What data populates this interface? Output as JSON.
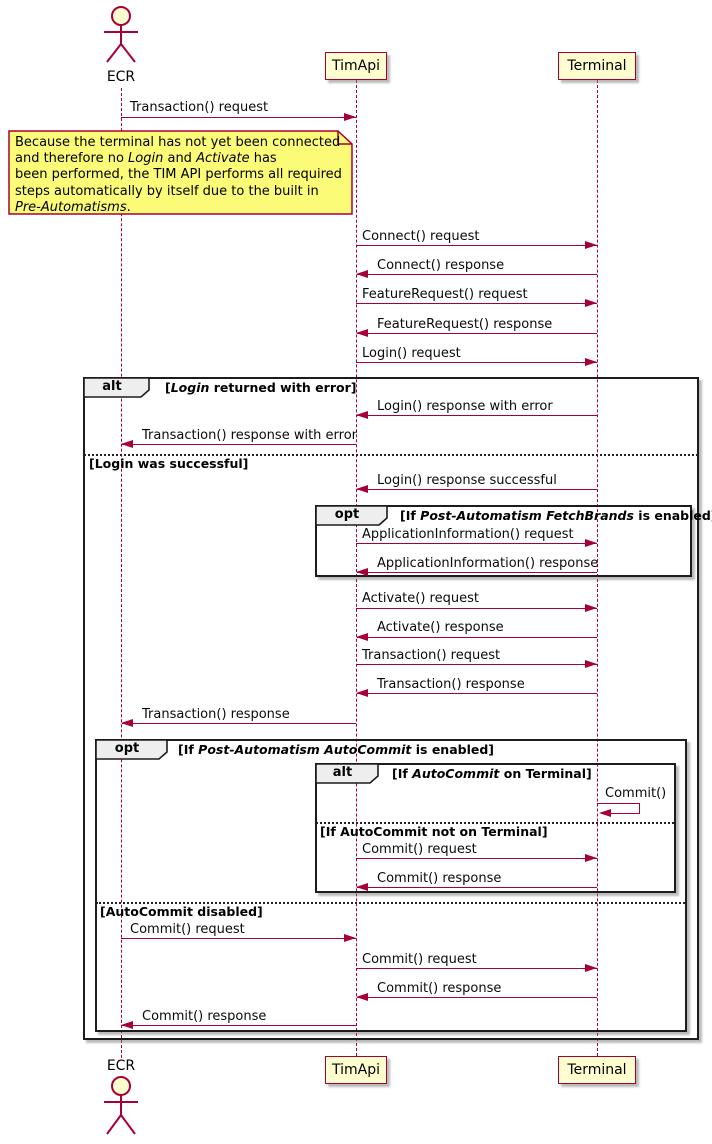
{
  "participants": {
    "ecr": "ECR",
    "timapi": "TimApi",
    "terminal": "Terminal"
  },
  "colors": {
    "accent": "#A80036",
    "participant_fill": "#FEFECE",
    "note_fill": "#FBFB77",
    "frame_border": "#1c1c1c",
    "frame_header_fill": "#EEEEEE"
  },
  "messages": {
    "m1": "Transaction() request",
    "m2": "Connect() request",
    "m3": "Connect() response",
    "m4": "FeatureRequest() request",
    "m5": "FeatureRequest() response",
    "m6": "Login() request",
    "m7": "Login() response with error",
    "m8": "Transaction() response with error",
    "m9": "Login() response successful",
    "m10": "ApplicationInformation() request",
    "m11": "ApplicationInformation() response",
    "m12": "Activate() request",
    "m13": "Activate() response",
    "m14": "Transaction() request",
    "m15": "Transaction() response",
    "m16": "Transaction() response",
    "m17": "Commit()",
    "m18": "Commit() request",
    "m19": "Commit() response",
    "m20": "Commit() request",
    "m21": "Commit() request",
    "m22": "Commit() response",
    "m23": "Commit() response"
  },
  "note": {
    "l1": "Because the terminal has not yet been connected",
    "l2a": "and therefore no ",
    "l2b": "Login",
    "l2c": " and ",
    "l2d": "Activate",
    "l2e": " has",
    "l3": "been performed, the TIM API performs all required",
    "l4": "steps automatically by itself due to the built in",
    "l5a": "Pre-Automatisms",
    "l5b": "."
  },
  "fragments": {
    "alt_login": {
      "keyword": "alt",
      "pre": "[",
      "it": "Login",
      "post": " returned with error]"
    },
    "div_login_ok": {
      "pre": "[",
      "it": "Login",
      "post": " was successful]"
    },
    "opt_fetchbrands": {
      "keyword": "opt",
      "pre": "[If ",
      "it": "Post-Automatism FetchBrands",
      "post": " is enabled]"
    },
    "opt_autocommit": {
      "keyword": "opt",
      "pre": "[If ",
      "it": "Post-Automatism AutoCommit",
      "post": " is enabled]"
    },
    "alt_autocommit": {
      "keyword": "alt",
      "pre": "[If ",
      "it": "AutoCommit",
      "post": " on Terminal]"
    },
    "div_autocommit_not": {
      "pre": "[If ",
      "it": "AutoCommit",
      "post": " not on Terminal]"
    },
    "div_autocommit_disabled": {
      "pre": "[",
      "it": "AutoCommit",
      "post": " disabled]"
    }
  }
}
